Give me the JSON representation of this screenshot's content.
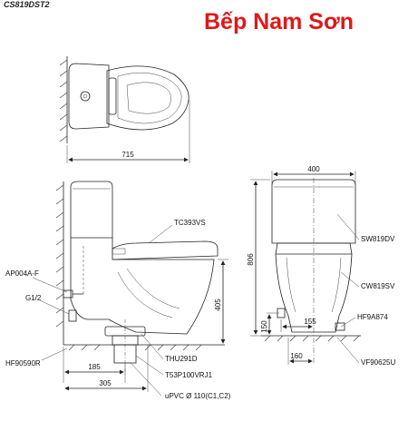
{
  "header": {
    "model_code": "CS819DST2",
    "brand": "Bếp Nam Sơn"
  },
  "top_view": {
    "dim_width": "715"
  },
  "side_view": {
    "labels": {
      "seat": "TC393VS",
      "valve": "AP004A-F",
      "inlet": "G1/2",
      "bolt": "HF90590R",
      "flange": "THU291D",
      "outlet": "T53P100VRJ1",
      "pipe": "uPVC Ø 110(C1,C2)"
    },
    "dims": {
      "height": "405",
      "d185": "185",
      "d305": "305"
    }
  },
  "front_view": {
    "labels": {
      "tank": "SW819DV",
      "bowl": "CW819SV",
      "fitting": "HF9A874",
      "base": "VF90625U"
    },
    "dims": {
      "width": "400",
      "height": "806",
      "d155": "155",
      "d150": "150",
      "d160": "160"
    }
  }
}
